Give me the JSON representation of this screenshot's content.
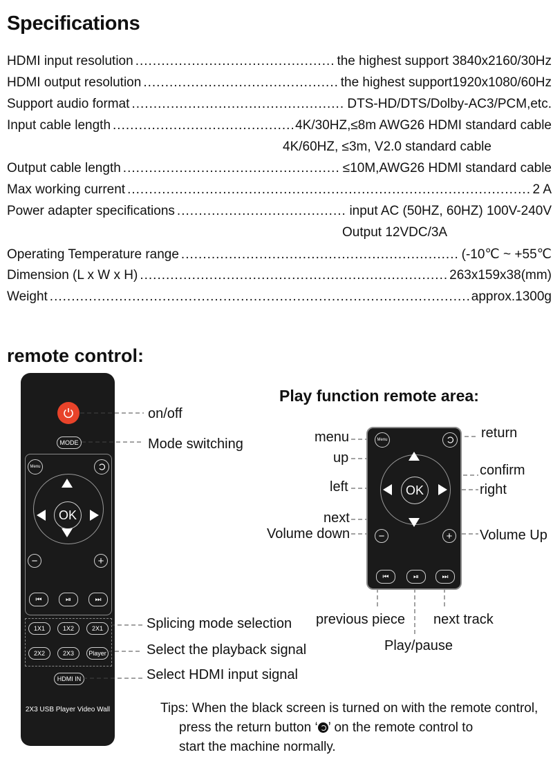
{
  "specs": {
    "heading": "Specifications",
    "rows": [
      {
        "label": "HDMI input resolution",
        "value": "the highest support 3840x2160/30Hz"
      },
      {
        "label": "HDMI output resolution",
        "value": "the highest support1920x1080/60Hz"
      },
      {
        "label": "Support audio format",
        "value": "DTS-HD/DTS/Dolby-AC3/PCM,etc."
      },
      {
        "label": "Input cable length",
        "value": "4K/30HZ,≤8m AWG26 HDMI standard cable",
        "cont": "4K/60HZ, ≤3m, V2.0 standard cable"
      },
      {
        "label": "Output cable length",
        "value": "≤10M,AWG26 HDMI standard cable"
      },
      {
        "label": "Max working current",
        "value": "2 A"
      },
      {
        "label": "Power adapter specifications",
        "value": "input AC (50HZ, 60HZ) 100V-240V",
        "cont": "Output 12VDC/3A"
      },
      {
        "label": "Operating Temperature range",
        "value": "(-10℃ ~ +55℃"
      },
      {
        "label": "Dimension (L x W x H)",
        "value": "263x159x38(mm)"
      },
      {
        "label": "Weight",
        "value": "approx.1300g"
      }
    ]
  },
  "remote": {
    "heading": "remote control:",
    "buttons": {
      "mode": "MODE",
      "menu": "Menu",
      "ok": "OK",
      "split_1x1": "1X1",
      "split_1x2": "1X2",
      "split_2x1": "2X1",
      "split_2x2": "2X2",
      "split_2x3": "2X3",
      "player": "Player",
      "hdmi_in": "HDMI IN"
    },
    "model_text": "2X3 USB Player Video Wall",
    "callouts": {
      "on_off": "on/off",
      "mode": "Mode switching",
      "splicing": "Splicing mode selection",
      "playback": "Select the playback signal",
      "hdmi": "Select HDMI input signal"
    }
  },
  "play_area": {
    "heading": "Play function remote area:",
    "labels": {
      "menu": "menu",
      "return": "return",
      "up": "up",
      "confirm": "confirm",
      "left": "left",
      "right": "right",
      "next": "next",
      "volume_down": "Volume down",
      "volume_up": "Volume Up",
      "previous_piece": "previous piece",
      "next_track": "next track",
      "play_pause": "Play/pause"
    }
  },
  "tips": {
    "line1": "Tips: When the black screen is turned on with the remote control,",
    "line2a": "press the return button ‘",
    "line2b": "’ on the remote control to",
    "line3": "start the machine normally."
  }
}
